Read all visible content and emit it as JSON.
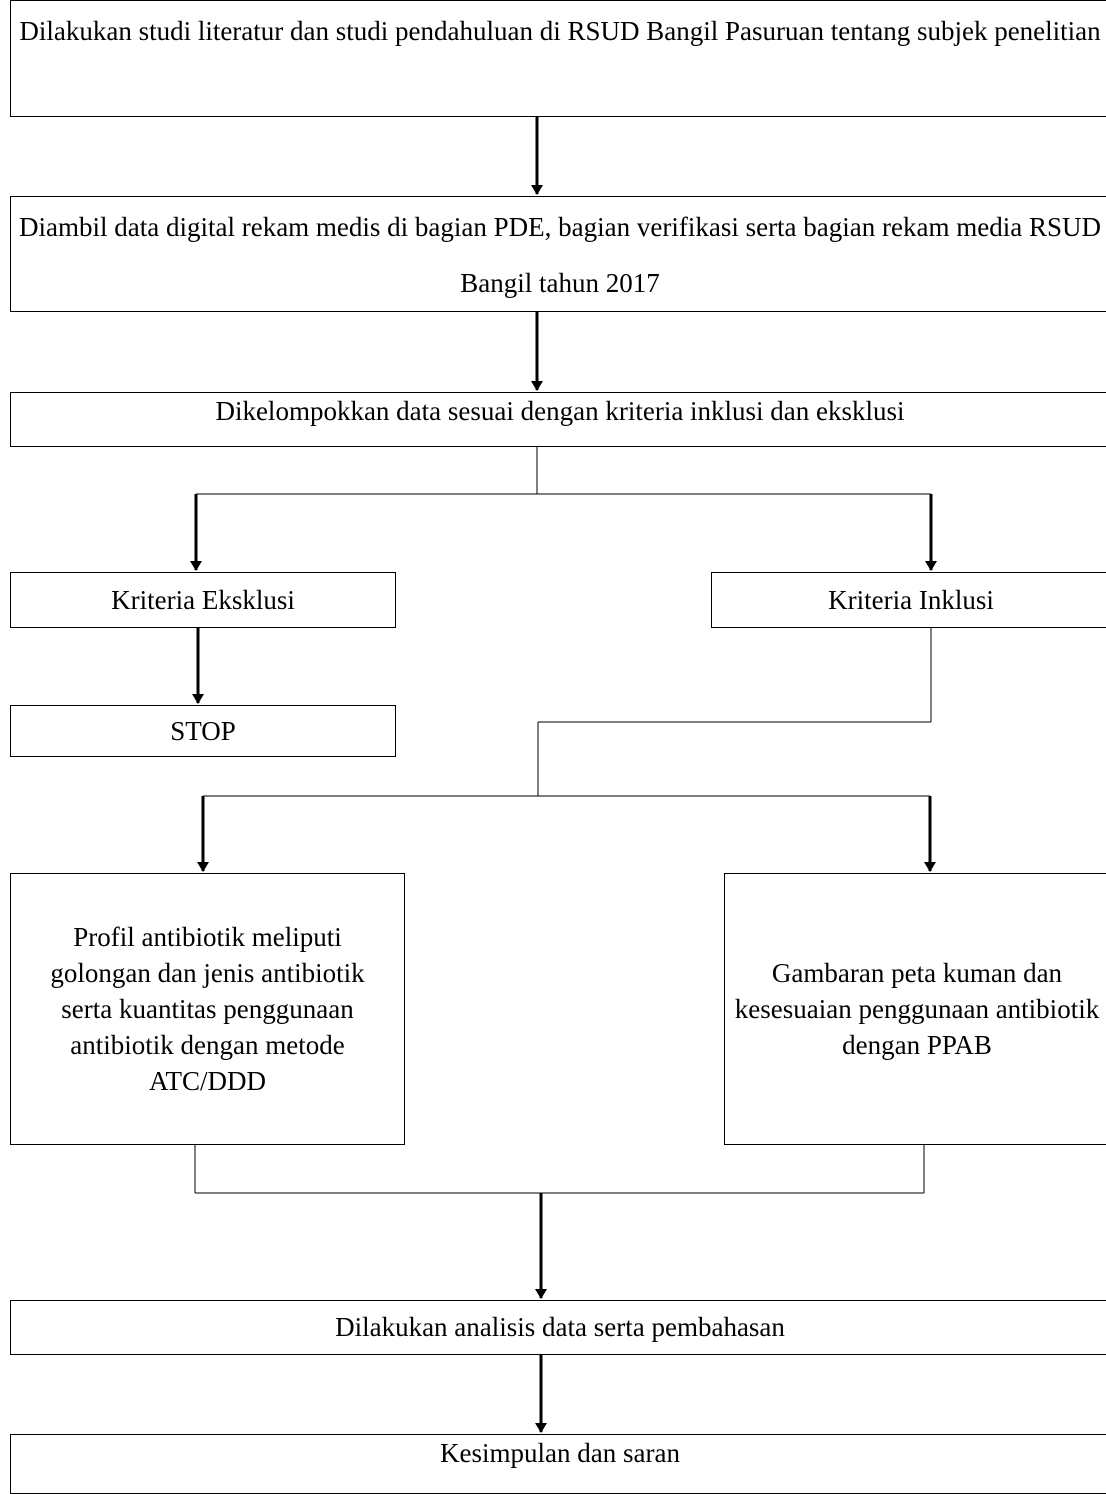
{
  "flowchart": {
    "step_literature": "Dilakukan studi literatur dan studi pendahuluan di RSUD Bangil Pasuruan tentang subjek penelitian",
    "step_data_collection": "Diambil data digital rekam medis di bagian PDE, bagian verifikasi serta bagian rekam media RSUD Bangil tahun 2017",
    "step_grouping": "Dikelompokkan data sesuai dengan kriteria inklusi dan eksklusi",
    "exclusion_criteria": "Kriteria Eksklusi",
    "inclusion_criteria": "Kriteria Inklusi",
    "stop": "STOP",
    "antibiotic_profile": "Profil antibiotik meliputi golongan dan jenis antibiotik serta kuantitas penggunaan antibiotik dengan metode ATC/DDD",
    "germ_map": "Gambaran peta kuman dan kesesuaian penggunaan antibiotik dengan PPAB",
    "analysis": "Dilakukan analisis data serta pembahasan",
    "conclusion": "Kesimpulan dan saran"
  }
}
